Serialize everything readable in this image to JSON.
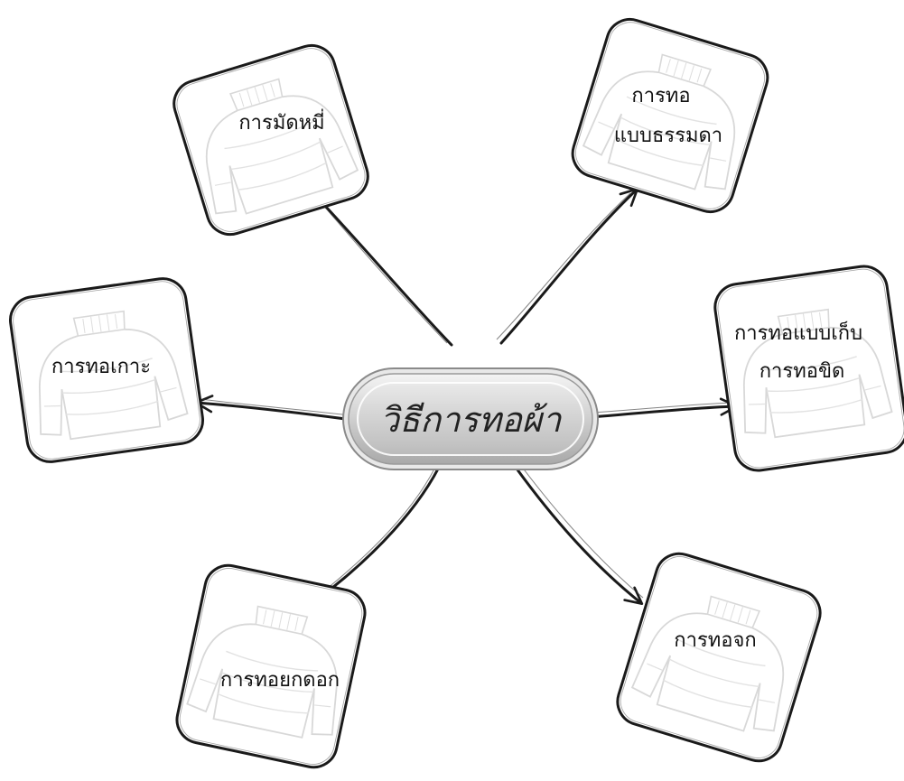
{
  "center": {
    "title": "วิธีการทอผ้า"
  },
  "nodes": [
    {
      "id": "mat-mi",
      "lines": [
        "การมัดหมี่"
      ]
    },
    {
      "id": "tho-baep-thammada",
      "lines": [
        "การทอ",
        "แบบธรรมดา"
      ]
    },
    {
      "id": "tho-kao",
      "lines": [
        "การทอเกาะ"
      ]
    },
    {
      "id": "tho-baep-kep",
      "lines": [
        "การทอแบบเก็บ",
        "การทอขิด"
      ]
    },
    {
      "id": "tho-yok-dok",
      "lines": [
        "การทอยกดอก"
      ]
    },
    {
      "id": "tho-chok",
      "lines": [
        "การทอจก"
      ]
    }
  ],
  "colors": {
    "stroke": "#1a1a1a",
    "sweater": "#d8d8d8",
    "pill_fill": "#c9c9c9"
  },
  "icons": {
    "card_background": "sweater-icon"
  }
}
